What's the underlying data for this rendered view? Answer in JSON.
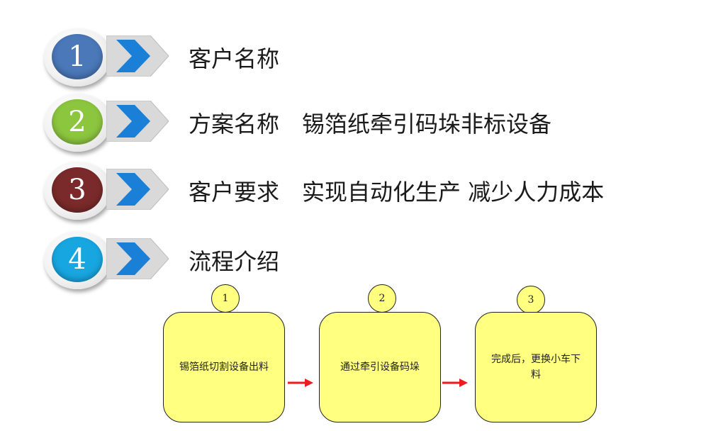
{
  "items": [
    {
      "number": "1",
      "label": "客户名称",
      "value": "",
      "color": "#4a78b8"
    },
    {
      "number": "2",
      "label": "方案名称",
      "value": "锡箔纸牵引码垛非标设备",
      "color": "#8cc63f"
    },
    {
      "number": "3",
      "label": "客户要求",
      "value": "实现自动化生产 减少人力成本",
      "color": "#7a2a2a"
    },
    {
      "number": "4",
      "label": "流程介绍",
      "value": "",
      "color": "#18a6e0"
    }
  ],
  "flow": {
    "steps": [
      {
        "number": "1",
        "text": "锡箔纸切割设备出料"
      },
      {
        "number": "2",
        "text": "通过牵引设备码垛"
      },
      {
        "number": "3",
        "text": "完成后，更换小车下料"
      }
    ],
    "box_color": "#ffff80",
    "arrow_color": "#ee1c1c"
  },
  "arrow_colors": {
    "plate": "#d9d9d9",
    "chevron": "#1a7fd6"
  }
}
